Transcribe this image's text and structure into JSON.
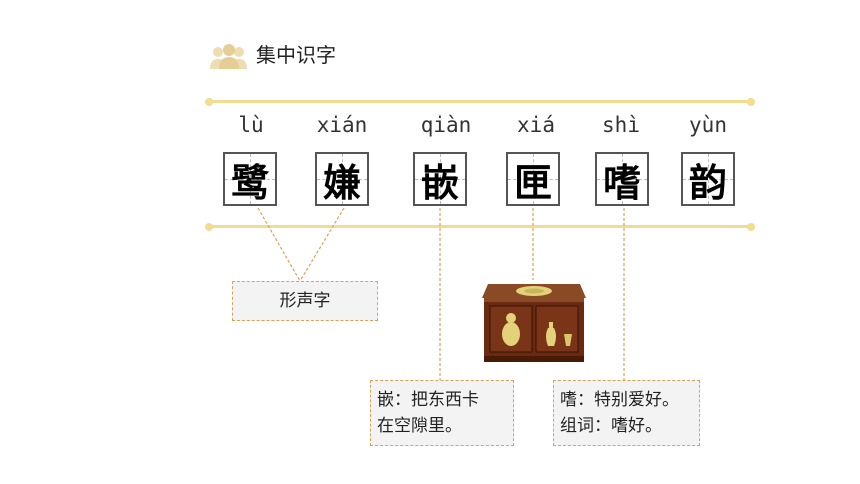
{
  "header": {
    "title": "集中识字",
    "icon": "people-icon"
  },
  "characters": [
    {
      "pinyin": "lù",
      "char": "鹭"
    },
    {
      "pinyin": "xián",
      "char": "嫌"
    },
    {
      "pinyin": "qiàn",
      "char": "嵌"
    },
    {
      "pinyin": "xiá",
      "char": "匣"
    },
    {
      "pinyin": "shì",
      "char": "嗜"
    },
    {
      "pinyin": "yùn",
      "char": "韵"
    }
  ],
  "notes": {
    "xingshengzi": "形声字",
    "qian_line1": "嵌：把东西卡",
    "qian_line2": "在空隙里。",
    "shi_line1": "嗜：特别爱好。",
    "shi_line2": "组词：嗜好。"
  },
  "colors": {
    "rail": "#f2dd8e",
    "note_border": "#d9a25a",
    "leader": "#d9a25a"
  },
  "image": {
    "subject": "wooden-box-illustration"
  }
}
